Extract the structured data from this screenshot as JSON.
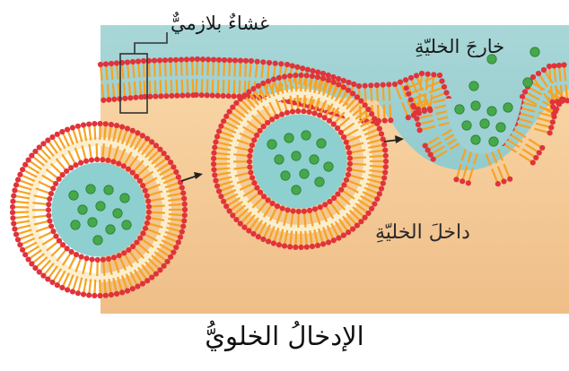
{
  "labels": {
    "membrane": "غشاءٌ بلازميٌّ",
    "outside_cell": "خارجَ الخليّةِ",
    "inside_cell": "داخلَ الخليّةِ"
  },
  "caption": "الإدخالُ الخلويُّ",
  "colors": {
    "extracellular": "#9dd0d2",
    "cytoplasm": "#f4c896",
    "lipid_head": "#e0333a",
    "lipid_tail": "#f6a323",
    "membrane_core": "#fbeed0",
    "particle": "#45a84a",
    "vesicle_lumen": "#8ecfcf"
  }
}
